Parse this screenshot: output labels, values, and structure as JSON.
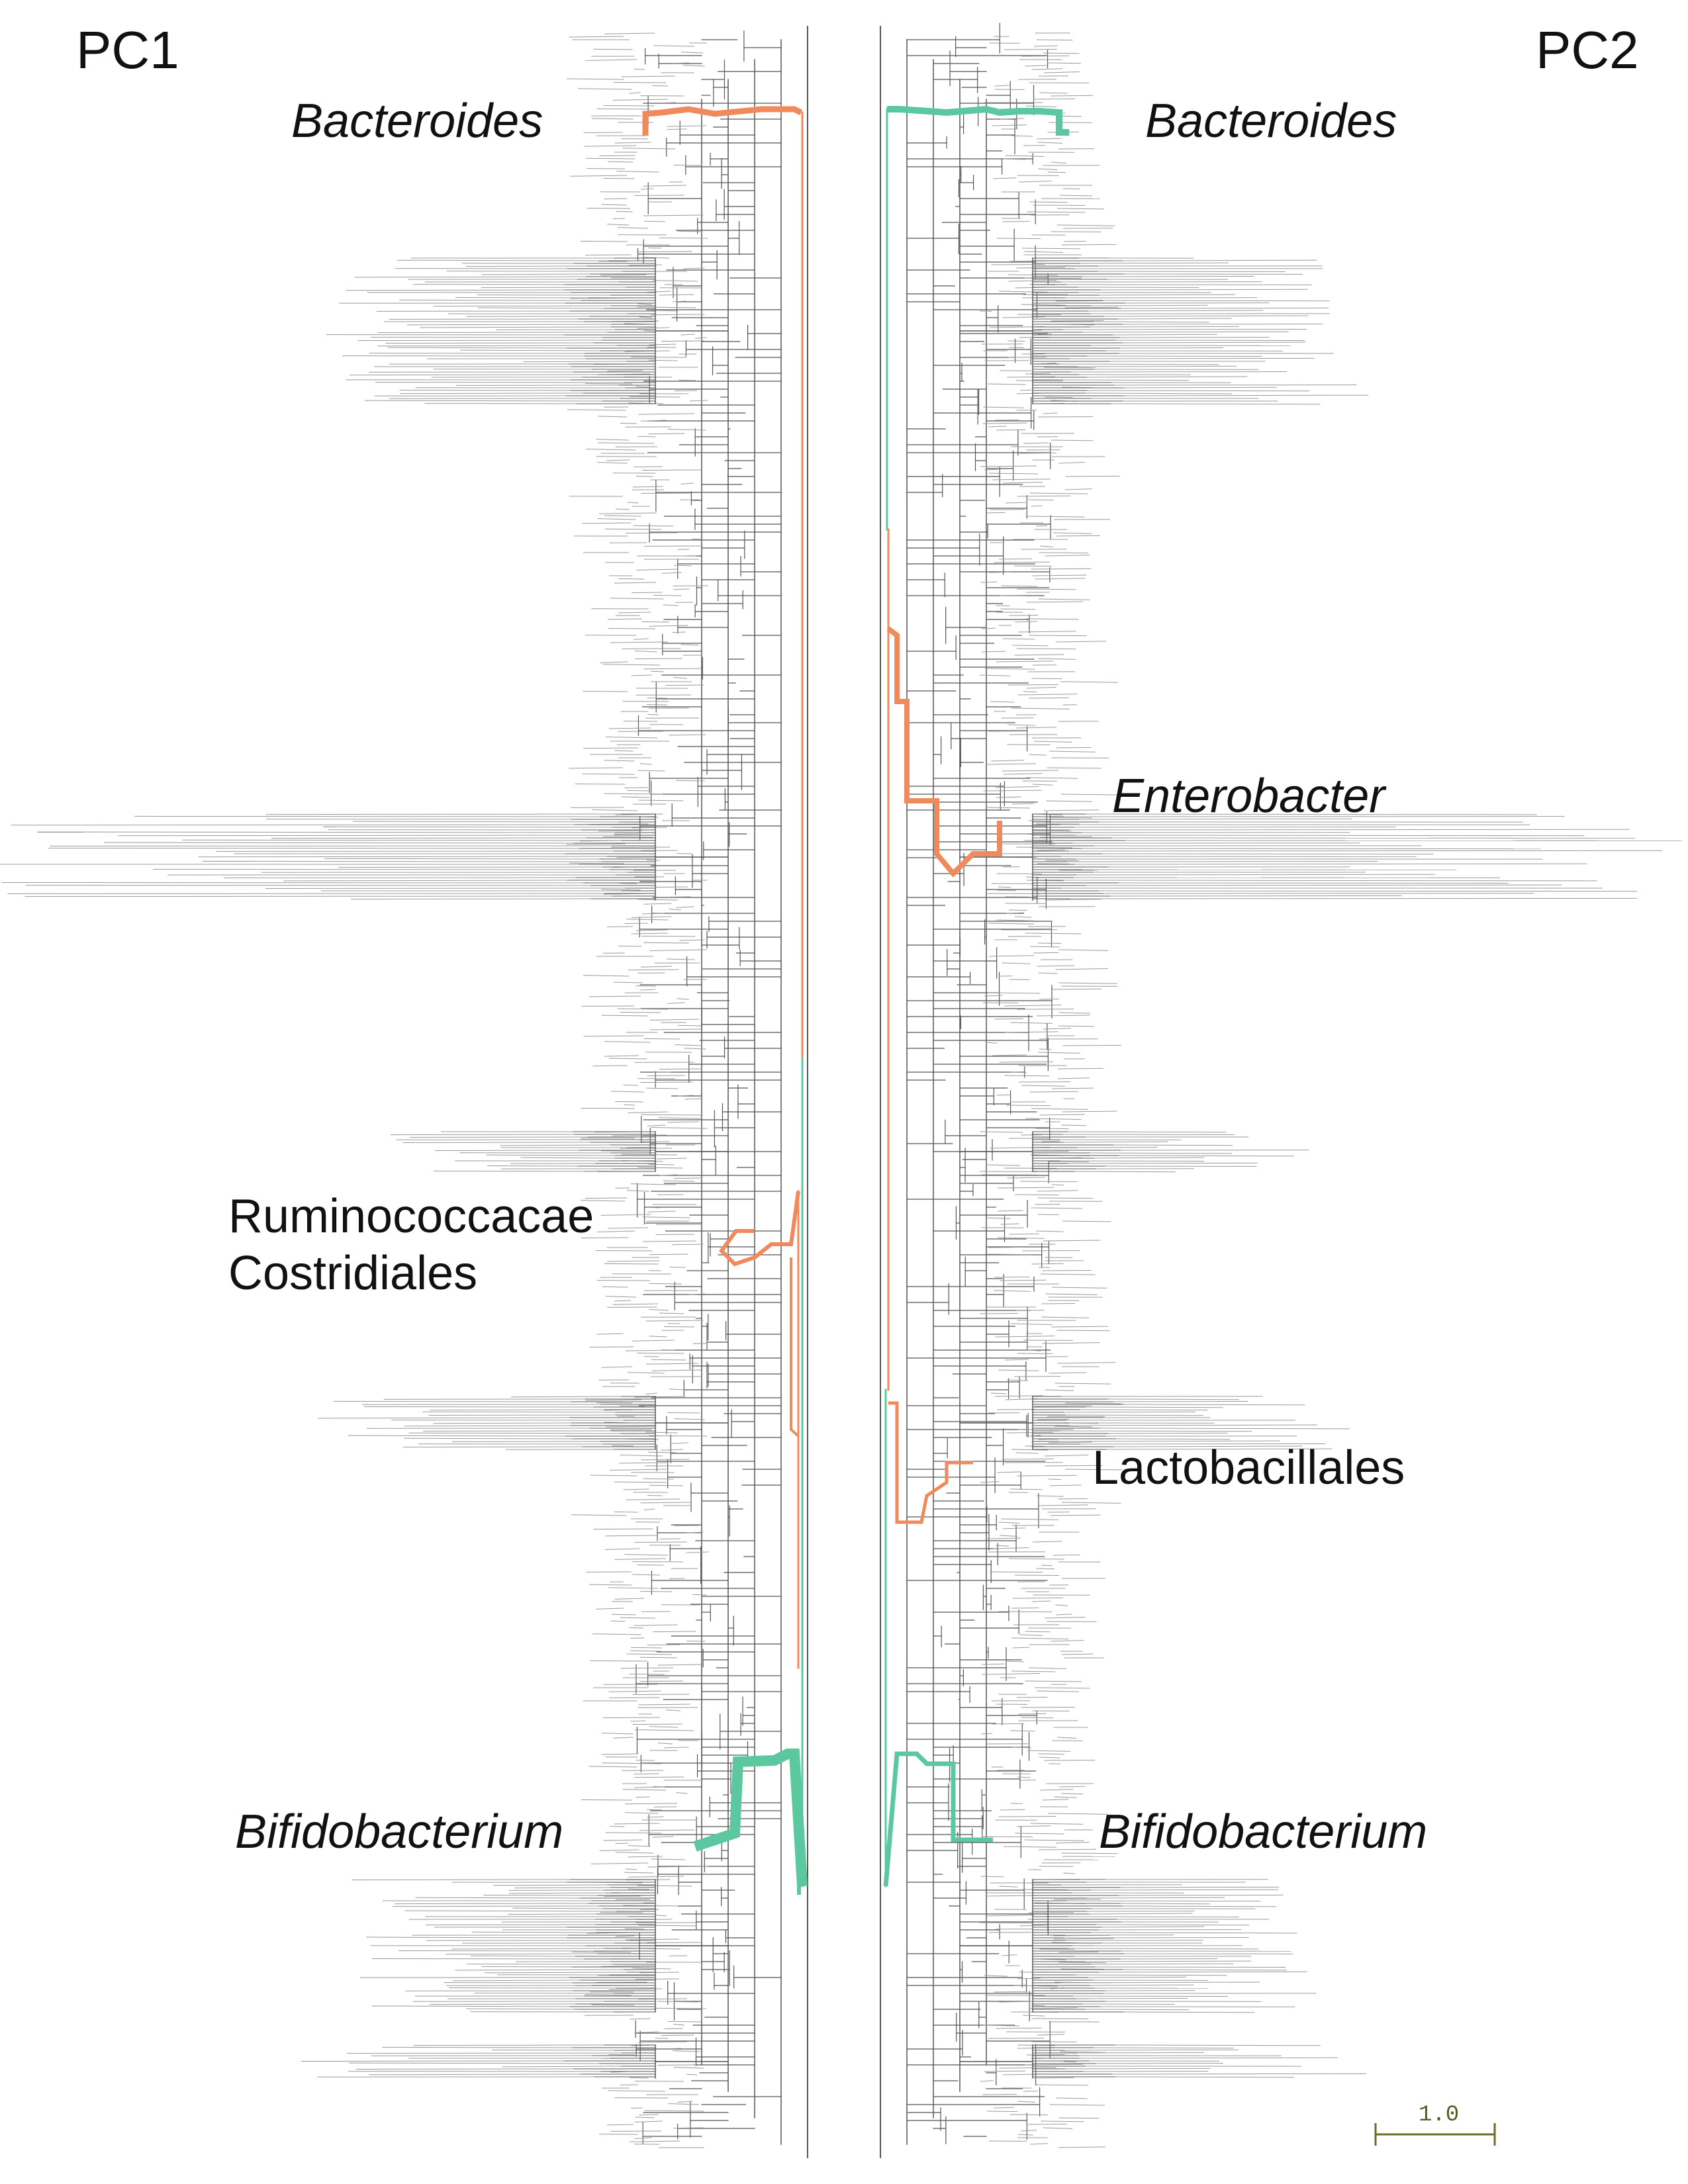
{
  "panels": {
    "pc1_title": "PC1",
    "pc2_title": "PC2"
  },
  "labels": {
    "pc1_bacteroides": "Bacteroides",
    "pc2_bacteroides": "Bacteroides",
    "pc2_enterobacter": "Enterobacter",
    "pc1_ruminococcacae": "Ruminococcacae",
    "pc1_clostridiales": "Costridiales",
    "pc2_lactobacillales": "Lactobacillales",
    "pc1_bifidobacterium": "Bifidobacterium",
    "pc2_bifidobacterium": "Bifidobacterium"
  },
  "scale_bar": {
    "label": "1.0"
  },
  "colors": {
    "branch": "#555555",
    "tip_cluster": "#9a9a9a",
    "positive": "#f08a5d",
    "negative": "#5cc8a0",
    "scale_bar": "#6b6b2a"
  }
}
